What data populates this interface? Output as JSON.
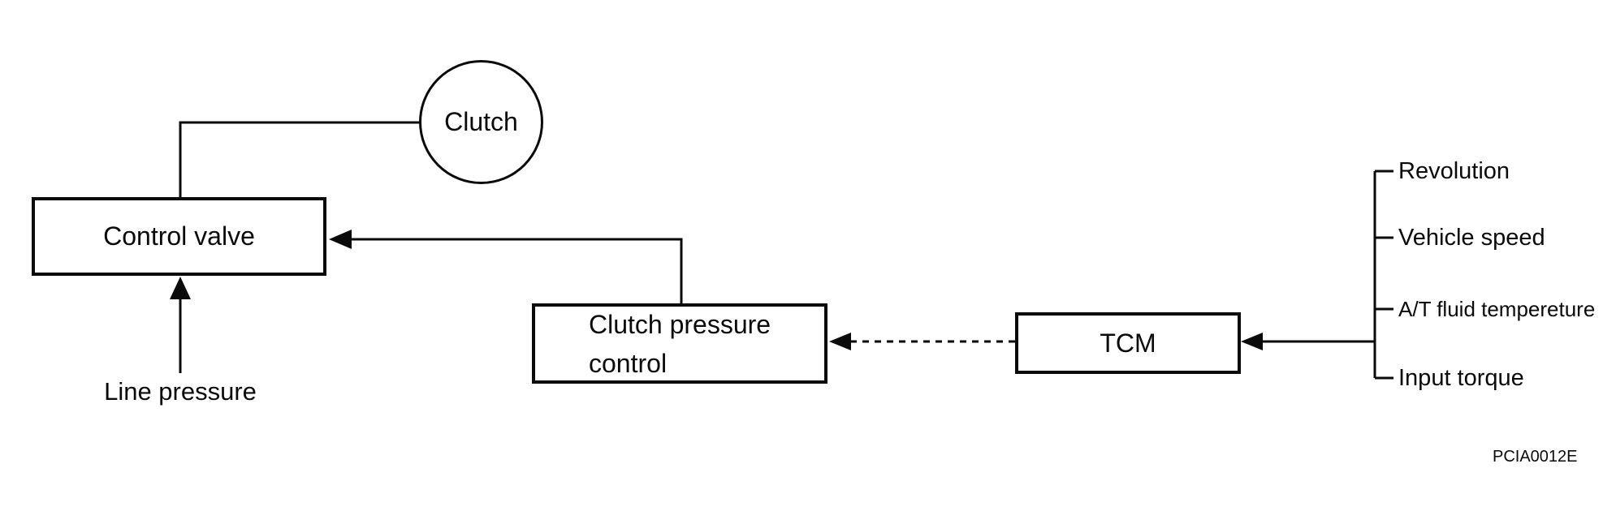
{
  "diagram": {
    "title_hint": "A/T clutch pressure control system block diagram",
    "colors": {
      "ink": "#0a0a0a",
      "background": "#ffffff"
    },
    "nodes": {
      "clutch": {
        "label": "Clutch",
        "shape": "circle"
      },
      "control_valve": {
        "label": "Control valve",
        "shape": "rect"
      },
      "clutch_pressure_control": {
        "label": "Clutch pressure control",
        "shape": "rect"
      },
      "tcm": {
        "label": "TCM",
        "shape": "rect"
      }
    },
    "labels": {
      "line_pressure": "Line pressure"
    },
    "inputs": [
      {
        "label": "Revolution"
      },
      {
        "label": "Vehicle speed"
      },
      {
        "label": "A/T fluid tempereture"
      },
      {
        "label": "Input torque"
      }
    ],
    "figure_code": "PCIA0012E"
  }
}
